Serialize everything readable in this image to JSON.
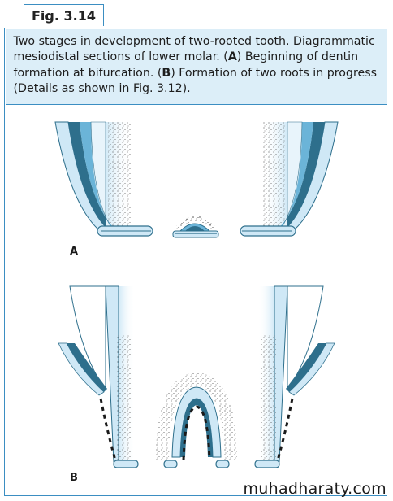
{
  "figure": {
    "tab_label": "Fig. 3.14",
    "caption": {
      "t1": "Two stages in development of two-rooted tooth. Diagrammatic mesiodistal sections of lower molar. (",
      "a": "A",
      "t2": ") Beginning of dentin formation at bifurcation. (",
      "b": "B",
      "t3": ") Formation of two roots in progress (Details as shown in Fig. 3.12)."
    },
    "panel_labels": {
      "a": "A",
      "b": "B"
    }
  },
  "watermark": "muhadharaty.com",
  "colors": {
    "border": "#3b8ec2",
    "caption_bg": "#dceef8",
    "dark_blue": "#2e6f8c",
    "mid_blue": "#6bb4d8",
    "light_blue": "#cfe8f6",
    "pale_blue": "#e8f4fb",
    "dots": "#222222"
  }
}
